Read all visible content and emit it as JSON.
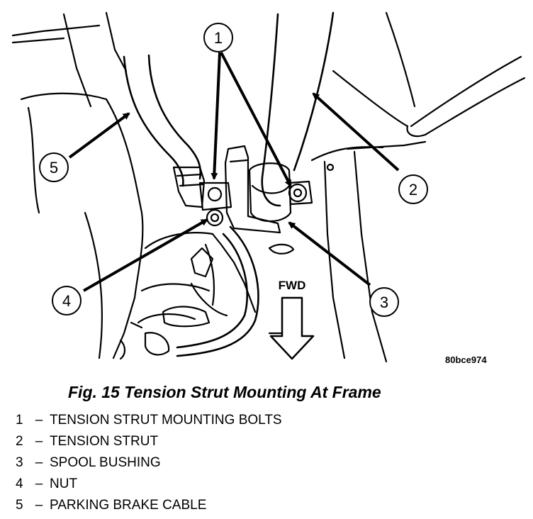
{
  "figure": {
    "callouts": [
      "1",
      "2",
      "3",
      "4",
      "5"
    ],
    "direction_label": "FWD",
    "image_code": "80bce974"
  },
  "caption": "Fig. 15 Tension Strut Mounting At Frame",
  "legend": [
    {
      "num": "1",
      "dash": "–",
      "label": "TENSION STRUT MOUNTING BOLTS"
    },
    {
      "num": "2",
      "dash": "–",
      "label": "TENSION STRUT"
    },
    {
      "num": "3",
      "dash": "–",
      "label": "SPOOL BUSHING"
    },
    {
      "num": "4",
      "dash": "–",
      "label": "NUT"
    },
    {
      "num": "5",
      "dash": "–",
      "label": "PARKING BRAKE CABLE"
    }
  ]
}
